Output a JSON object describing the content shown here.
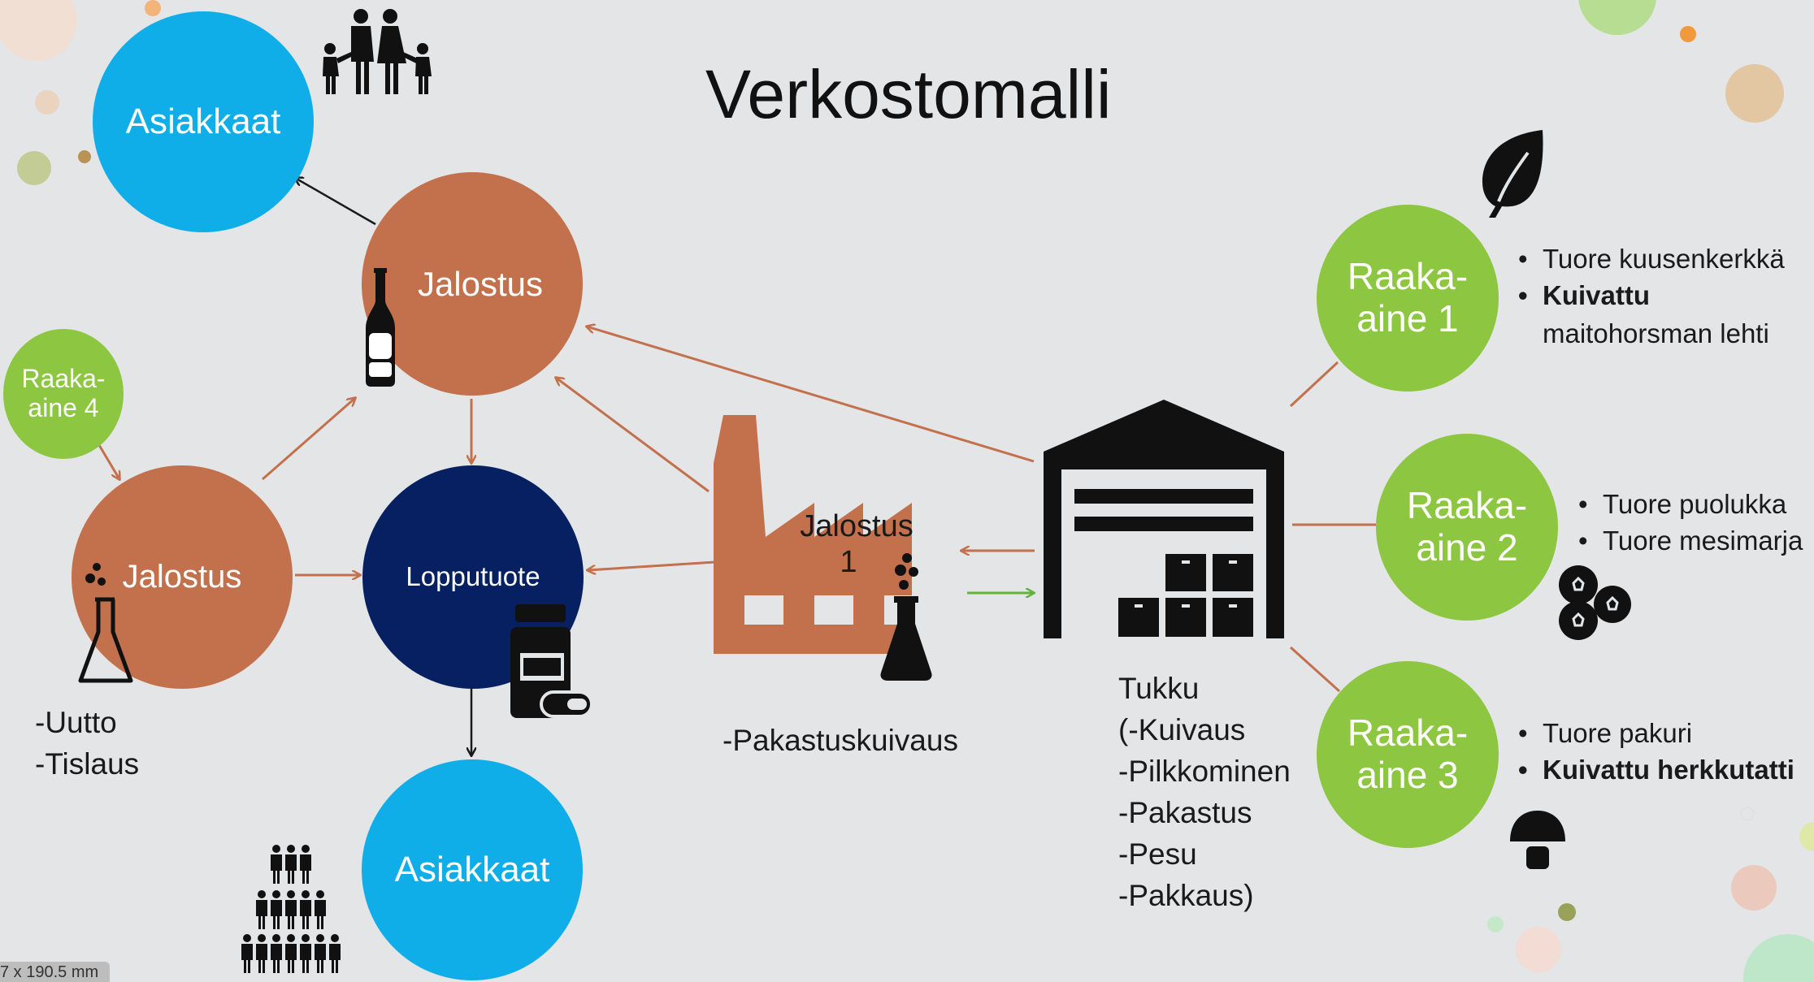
{
  "title": "Verkostomalli",
  "nodes": {
    "customers_top": "Asiakkaat",
    "processing_top": "Jalostus",
    "raw4_line1": "Raaka-",
    "raw4_line2": "aine 4",
    "processing_left": "Jalostus",
    "end_product": "Lopputuote",
    "customers_bottom": "Asiakkaat",
    "factory_line1": "Jalostus",
    "factory_line2": "1",
    "raw1_line1": "Raaka-",
    "raw1_line2": "aine 1",
    "raw2_line1": "Raaka-",
    "raw2_line2": "aine 2",
    "raw3_line1": "Raaka-",
    "raw3_line2": "aine 3"
  },
  "left_processing_notes": [
    "-Uutto",
    "-Tislaus"
  ],
  "factory_note": "-Pakastuskuivaus",
  "wholesale_notes": [
    "Tukku",
    "(-Kuivaus",
    "-Pilkkominen",
    "-Pakastus",
    "-Pesu",
    "-Pakkaus)"
  ],
  "raw1_items": [
    "Tuore kuusenkerkkä",
    "Kuivattu",
    "maitohorsman lehti"
  ],
  "raw2_items": [
    "Tuore puolukka",
    "Tuore mesimarja"
  ],
  "raw3_items": [
    "Tuore pakuri",
    "Kuivattu herkkutatti"
  ],
  "footer_dimension": "7 x 190.5 mm",
  "colors": {
    "background": "#e3e5e7",
    "customer_blue": "#10aee8",
    "processing_brown": "#c2714c",
    "end_product_navy": "#062061",
    "raw_material_green": "#8dc641",
    "arrow_brown": "#c2714c",
    "arrow_green": "#62b23c"
  },
  "icons": [
    "family-icon",
    "bottle-icon",
    "flask-icon",
    "medicine-bottle-icon",
    "crowd-icon",
    "factory-icon",
    "warehouse-icon",
    "leaf-icon",
    "berries-icon",
    "mushroom-icon"
  ]
}
